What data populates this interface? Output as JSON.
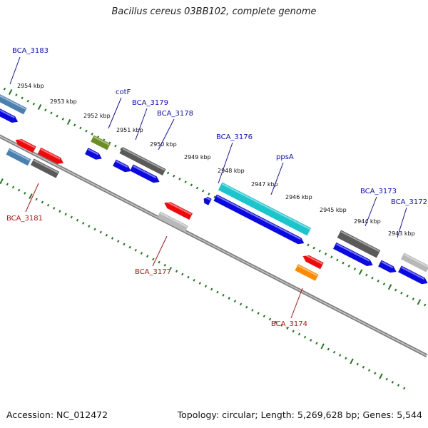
{
  "title": "Bacillus cereus 03BB102, complete genome",
  "footer": {
    "accession": "Accession: NC_012472",
    "summary": "Topology: circular; Length: 5,269,628 bp; Genes: 5,544"
  },
  "colors": {
    "backbone": "#808080",
    "tick": "#1f7a1f",
    "plus_label": "#1010c8",
    "minus_label": "#c81010",
    "blue": "#0a0ae0",
    "red": "#ee0a0a",
    "gray": "#5a5a5a",
    "lightgray": "#b8b8b8",
    "steel": "#4a80b0",
    "olive": "#6b8e23",
    "cyan": "#1cc4cc",
    "orange": "#ff8a00"
  },
  "tick_labels": [
    "2954 kbp",
    "2953 kbp",
    "2952 kbp",
    "2951 kbp",
    "2950 kbp",
    "2949 kbp",
    "2948 kbp",
    "2947 kbp",
    "2946 kbp",
    "2945 kbp",
    "2944 kbp",
    "2943 kbp"
  ],
  "gene_labels_plus": [
    "BCA_3183",
    "cotF",
    "BCA_3179",
    "BCA_3178",
    "BCA_3176",
    "ppsA",
    "BCA_3173",
    "BCA_3172"
  ],
  "gene_labels_minus": [
    "BCA_3181",
    "BCA_3177",
    "BCA_3174"
  ]
}
